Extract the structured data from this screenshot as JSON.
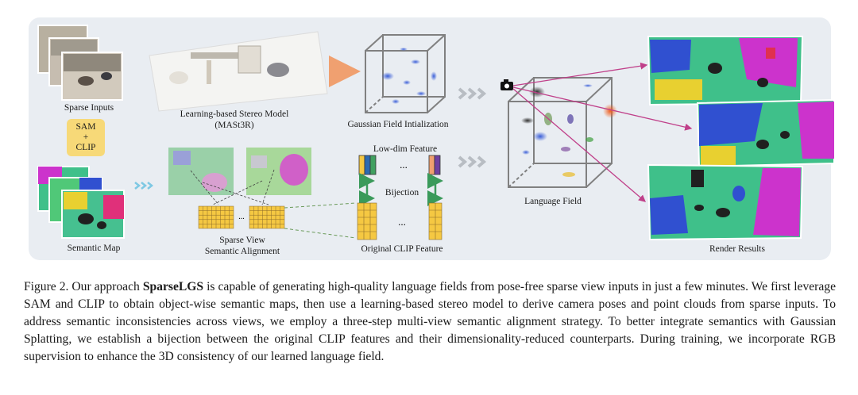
{
  "figure": {
    "labels": {
      "sparse_inputs": "Sparse Inputs",
      "sam": "SAM",
      "plus": "+",
      "clip": "CLIP",
      "semantic_map": "Semantic Map",
      "stereo_line1": "Learning-based Stereo Model",
      "stereo_line2": "(MASt3R)",
      "gaussian_init": "Gaussian Field Intialization",
      "low_dim": "Low-dim Feature",
      "bijection": "Bijection",
      "orig_clip": "Original CLIP Feature",
      "sparse_view_line1": "Sparse View",
      "sparse_view_line2": "Semantic Alignment",
      "language_field": "Language Field",
      "render_results": "Render Results",
      "ellipsis": "..."
    },
    "colors": {
      "panel_bg": "#e9edf2",
      "arrow_orange": "#f0a070",
      "arrow_grey": "#b8bdc3",
      "arrow_magenta": "#c0408a",
      "arrow_cyan": "#7ec8e3",
      "bijection_green": "#3a9a5a",
      "grid_yellow": "#f5c842",
      "seg_green": "#3fc08a",
      "seg_magenta": "#cc33cc",
      "seg_blue": "#3050d0",
      "seg_yellow": "#e8d030"
    }
  },
  "caption": {
    "prefix": "Figure 2. Our approach ",
    "name": "SparseLGS",
    "body": " is capable of generating high-quality language fields from pose-free sparse view inputs in just a few minutes. We first leverage SAM and CLIP to obtain object-wise semantic maps, then use a learning-based stereo model to derive camera poses and point clouds from sparse inputs. To address semantic inconsistencies across views, we employ a three-step multi-view semantic alignment strategy. To better integrate semantics with Gaussian Splatting, we establish a bijection between the original CLIP features and their dimensionality-reduced counterparts. During training, we incorporate RGB supervision to enhance the 3D consistency of our learned language field."
  }
}
